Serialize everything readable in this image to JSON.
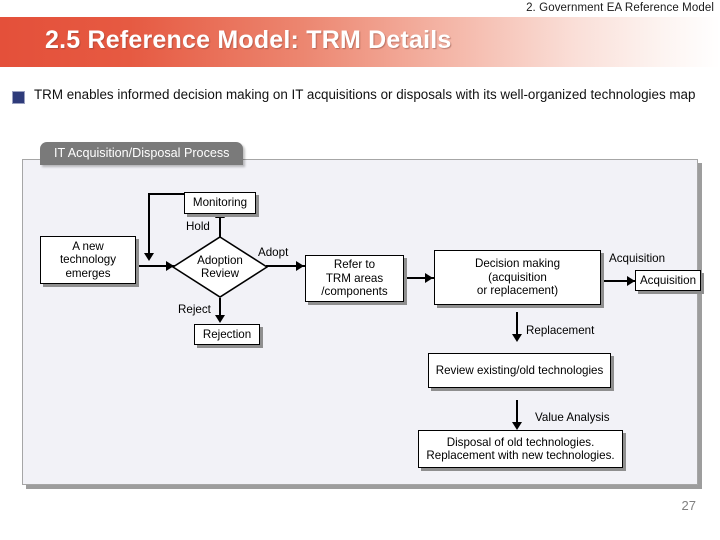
{
  "header": {
    "section_label": "2. Government EA Reference Model",
    "title": "2.5 Reference Model: TRM Details"
  },
  "bullets": [
    {
      "marker": "square-bullet-icon",
      "text": "TRM enables informed decision making on IT acquisitions or disposals with its well-organized technologies map"
    }
  ],
  "process_panel": {
    "title": "IT Acquisition/Disposal Process",
    "nodes": {
      "new_technology": "A new\ntechnology\nemerges",
      "adoption_review": {
        "line1": "Adoption",
        "line2": "Review"
      },
      "monitoring": "Monitoring",
      "rejection": "Rejection",
      "refer_trm": "Refer to\nTRM areas\n/components",
      "decision_making": "Decision making\n(acquisition\nor replacement)",
      "acquisition": "Acquisition",
      "review_existing": "Review existing/old technologies",
      "disposal": "Disposal of old technologies.\nReplacement with new technologies."
    },
    "edge_labels": {
      "hold": "Hold",
      "adopt": "Adopt",
      "reject": "Reject",
      "acquisition": "Acquisition",
      "replacement": "Replacement",
      "value_analysis": "Value Analysis"
    }
  },
  "footer": {
    "page_number": "27"
  },
  "colors": {
    "title_band_start": "#e4503a",
    "title_band_end": "#ffffff",
    "bullet_marker": "#2e3b7a",
    "panel_background": "#f2f2f7",
    "panel_tab": "#7a7a7a",
    "page_number": "#808080"
  }
}
